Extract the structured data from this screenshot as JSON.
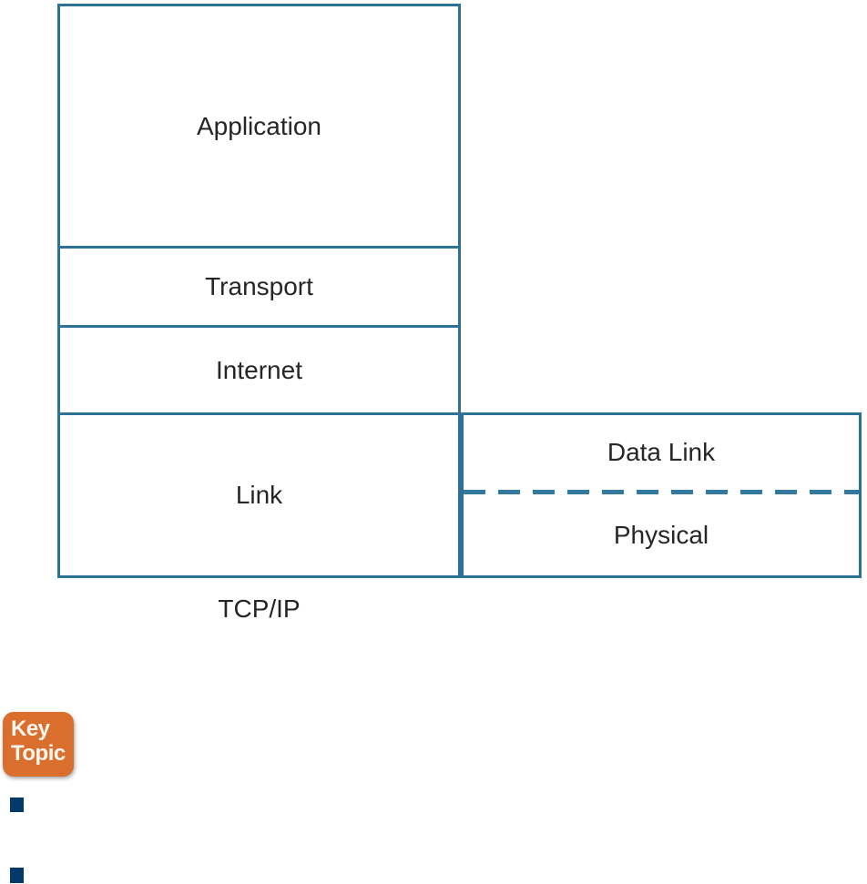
{
  "diagram": {
    "caption": "TCP/IP",
    "tcpip_layers": [
      {
        "label": "Application"
      },
      {
        "label": "Transport"
      },
      {
        "label": "Internet"
      },
      {
        "label": "Link"
      }
    ],
    "osi_detail": {
      "top_label": "Data Link",
      "bottom_label": "Physical"
    }
  },
  "key_topic_badge": {
    "line1": "Key",
    "line2": "Topic"
  },
  "list_bullets": {
    "count": 2
  },
  "colors": {
    "box_border_blue": "#2d7196",
    "dashed_line_blue": "#33789f",
    "label_text": "#262626",
    "badge_orange": "#d96e2d",
    "badge_text": "#fdf6ee",
    "bullet_navy": "#04396a"
  }
}
